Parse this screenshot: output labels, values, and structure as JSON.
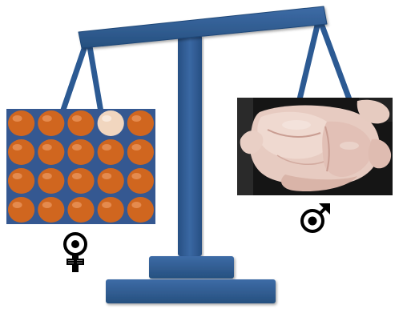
{
  "scene": {
    "left_pan": {
      "content": "eggs",
      "symbol": "female-symbol"
    },
    "right_pan": {
      "content": "chicken-carcass",
      "symbol": "male-symbol"
    },
    "tilt": "left-side-down"
  },
  "colors": {
    "scale": "#2f5d97",
    "scale_edge": "#22497c",
    "egg": "#d0661f",
    "egg_highlight": "#e8945a",
    "tray": "#3b5f9a",
    "chicken": "#ead0c6",
    "chicken_shadow": "#c99d92",
    "photo_bg": "#1a1a1a",
    "symbol": "#000000"
  }
}
